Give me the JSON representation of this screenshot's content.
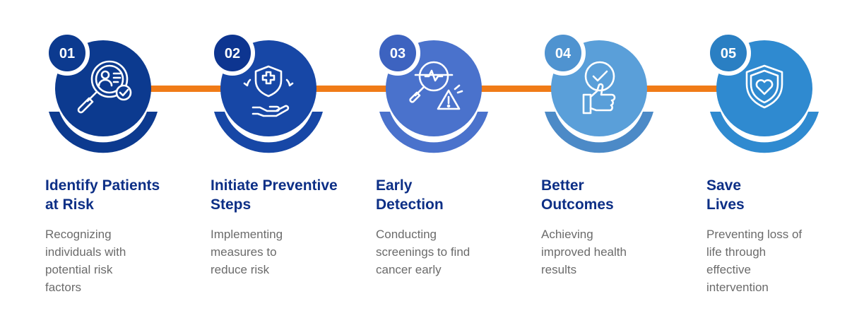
{
  "colors": {
    "connector": "#f07b17",
    "title_text": "#0d2f86",
    "desc_text": "#6b6b6b"
  },
  "steps": [
    {
      "number": "01",
      "title": "Identify Patients\nat Risk",
      "description": "Recognizing\nindividuals with\npotential risk\nfactors",
      "icon": "patient-search-icon",
      "color": "#0c3a8f",
      "badge_color": "#0c3a8f",
      "arc_color": "#0c3a8f"
    },
    {
      "number": "02",
      "title": "Initiate Preventive\nSteps",
      "description": "Implementing\nmeasures to\nreduce risk",
      "icon": "medical-shield-hand-icon",
      "color": "#1747a6",
      "badge_color": "#0d3590",
      "arc_color": "#1747a6"
    },
    {
      "number": "03",
      "title": "Early\nDetection",
      "description": "Conducting\nscreenings to find\ncancer early",
      "icon": "magnifier-warning-icon",
      "color": "#4a72cc",
      "badge_color": "#3d63c0",
      "arc_color": "#4a72cc"
    },
    {
      "number": "04",
      "title": "Better\nOutcomes",
      "description": "Achieving\nimproved health\nresults",
      "icon": "thumbs-up-check-icon",
      "color": "#5a9fd9",
      "badge_color": "#4f93d0",
      "arc_color": "#4c8ac7"
    },
    {
      "number": "05",
      "title": "Save\nLives",
      "description": "Preventing loss of\nlife through\neffective\nintervention",
      "icon": "heart-shield-icon",
      "color": "#2f8ad0",
      "badge_color": "#2a7fc3",
      "arc_color": "#2f8ad0"
    }
  ]
}
